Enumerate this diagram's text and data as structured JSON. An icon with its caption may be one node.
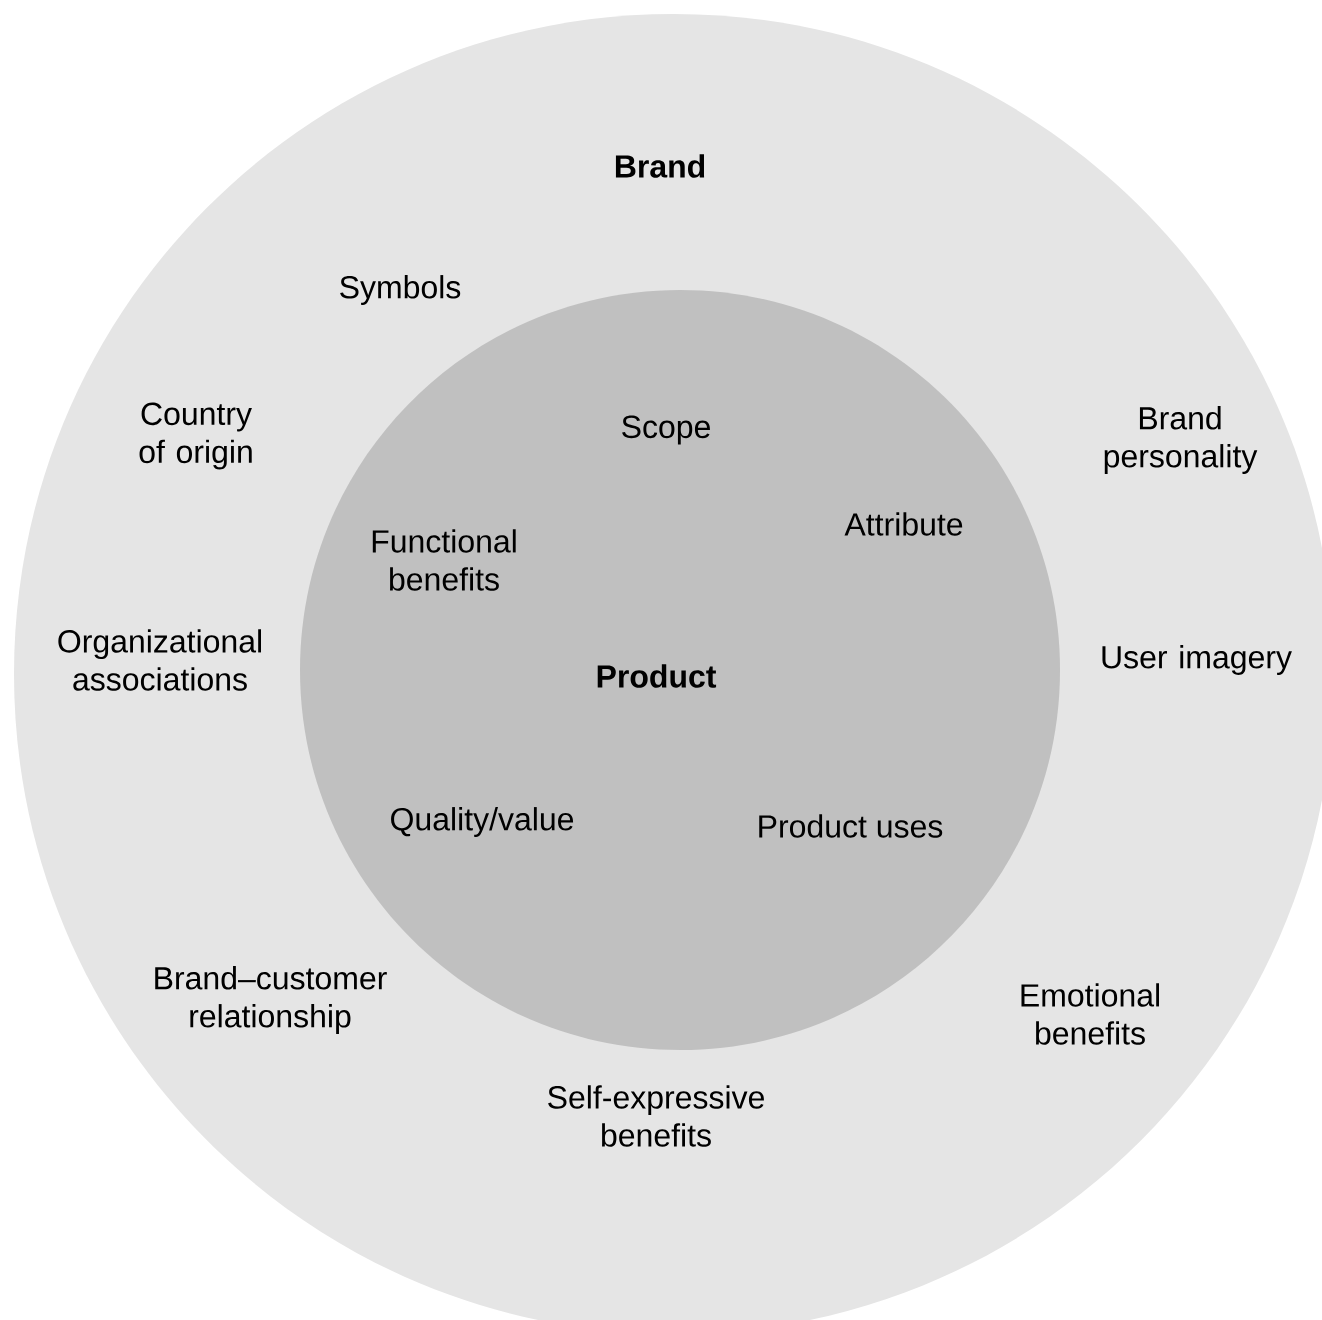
{
  "diagram": {
    "nodes": [
      {
        "text": [
          "Brand",
          "Symbols",
          "Country of origin",
          "Organizational associations",
          "Brand–customer relationship",
          "Self-expressive benefits",
          "Emotional benefits",
          "User imagery",
          "Brand personality"
        ]
      },
      {
        "text": [
          "Product",
          "Scope",
          "Attribute",
          "Functional benefits",
          "Quality/value",
          "Product uses"
        ],
        "in": 0
      }
    ]
  }
}
